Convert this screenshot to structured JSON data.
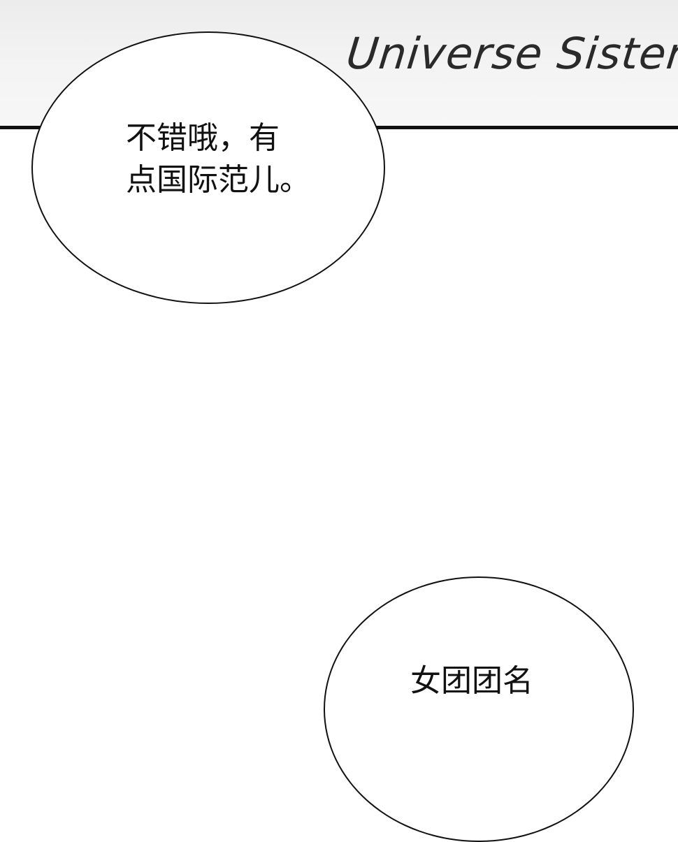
{
  "panel_top": {
    "title_art": "Universe Sisters"
  },
  "speech_bubbles": [
    {
      "lines": [
        "不错哦，有",
        "点国际范儿。"
      ]
    },
    {
      "lines": [
        "女团团名"
      ]
    }
  ],
  "colors": {
    "ink": "#111111",
    "panel_background": "#f2f2f2",
    "page_background": "#ffffff"
  }
}
